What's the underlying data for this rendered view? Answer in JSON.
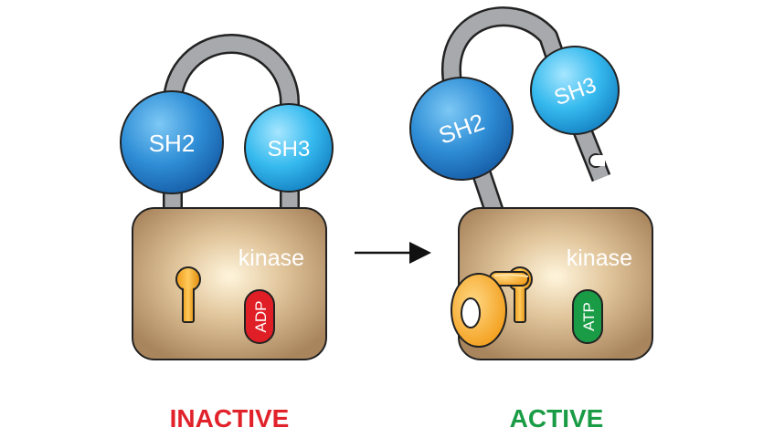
{
  "inactive": {
    "sh2_label": "SH2",
    "sh3_label": "SH3",
    "kinase_label": "kinase",
    "nucleotide_label": "ADP",
    "state_label": "INACTIVE"
  },
  "active": {
    "sh2_label": "SH2",
    "sh3_label": "SH3",
    "kinase_label": "kinase",
    "nucleotide_label": "ATP",
    "state_label": "ACTIVE"
  },
  "colors": {
    "inactive_state": "#e1222b",
    "active_state": "#1a9c46",
    "adp_badge": "#e01e26",
    "atp_badge": "#1a9c46",
    "kinase_body": "#c9a37d",
    "kinase_center": "#fff3d6",
    "domain_blue": "#2c8fd6",
    "domain_cyan": "#33b9ee",
    "shackle_gray": "#a7a9ac",
    "key_orange": "#f6a623"
  }
}
